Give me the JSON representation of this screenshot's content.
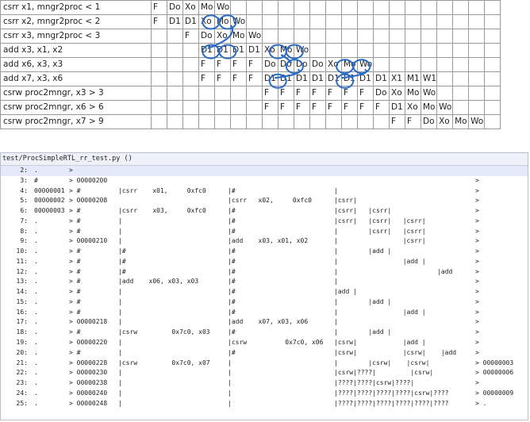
{
  "pipeline": {
    "rows": [
      {
        "instr": "csrr x1, mngr2proc < 1",
        "cells": [
          "F",
          "Do",
          "Xo",
          "Mo",
          "Wo",
          "",
          "",
          "",
          "",
          "",
          "",
          "",
          "",
          "",
          "",
          "",
          "",
          "",
          "",
          "",
          "",
          ""
        ]
      },
      {
        "instr": "csrr x2, mngr2proc < 2",
        "cells": [
          "F",
          "D1",
          "D1",
          "Xo",
          "Mo",
          "Wo",
          "",
          "",
          "",
          "",
          "",
          "",
          "",
          "",
          "",
          "",
          "",
          "",
          "",
          "",
          "",
          ""
        ]
      },
      {
        "instr": "csrr x3, mngr2proc < 3",
        "cells": [
          "",
          "",
          "F",
          "Do",
          "Xo",
          "Mo",
          "Wo",
          "",
          "",
          "",
          "",
          "",
          "",
          "",
          "",
          "",
          "",
          "",
          "",
          "",
          "",
          ""
        ]
      },
      {
        "instr": "add x3, x1, x2",
        "cells": [
          "",
          "",
          "",
          "D1",
          "D1",
          "D1",
          "D1",
          "Xo",
          "Mo",
          "Wo",
          "",
          "",
          "",
          "",
          "",
          "",
          "",
          "",
          "",
          "",
          "",
          ""
        ]
      },
      {
        "instr": "add x6, x3, x3",
        "cells": [
          "",
          "",
          "",
          "F",
          "F",
          "F",
          "F",
          "Do",
          "Do",
          "Do",
          "Do",
          "Xo",
          "Mo",
          "Wo",
          "",
          "",
          "",
          "",
          "",
          "",
          "",
          ""
        ]
      },
      {
        "instr": "add x7, x3, x6",
        "cells": [
          "",
          "",
          "",
          "F",
          "F",
          "F",
          "F",
          "D1",
          "D1",
          "D1",
          "D1",
          "D1",
          "D1",
          "D1",
          "D1",
          "X1",
          "M1",
          "W1",
          "",
          "",
          "",
          ""
        ]
      },
      {
        "instr": "csrw proc2mngr, x3 > 3",
        "cells": [
          "",
          "",
          "",
          "",
          "",
          "",
          "",
          "F",
          "F",
          "F",
          "F",
          "F",
          "F",
          "F",
          "Do",
          "Xo",
          "Mo",
          "Wo",
          "",
          "",
          "",
          ""
        ]
      },
      {
        "instr": "csrw proc2mngr, x6 > 6",
        "cells": [
          "",
          "",
          "",
          "",
          "",
          "",
          "",
          "F",
          "F",
          "F",
          "F",
          "F",
          "F",
          "F",
          "F",
          "D1",
          "Xo",
          "Mo",
          "Wo",
          "",
          "",
          ""
        ]
      },
      {
        "instr": "csrw proc2mngr, x7 > 9",
        "cells": [
          "",
          "",
          "",
          "",
          "",
          "",
          "",
          "",
          "",
          "",
          "",
          "",
          "",
          "",
          "",
          "F",
          "F",
          "Do",
          "Xo",
          "Mo",
          "Wo",
          ""
        ]
      }
    ]
  },
  "trace": {
    "title": "test/ProcSimpleRTL_rr_test.py ()",
    "rows": [
      {
        "idx": "2:",
        "a": ".",
        "pc": ">",
        "dx": "",
        "x": "",
        "m": "",
        "out": ""
      },
      {
        "idx": "3:",
        "a": "#",
        "pc": "> 00000200",
        "dx": "",
        "x": "",
        "m": "",
        "out": ">"
      },
      {
        "idx": "4:",
        "a": "00000001",
        "pc": "> #",
        "dx": "|csrr    x01,     0xfc0",
        "x": "|#",
        "m": "|",
        "out": ">"
      },
      {
        "idx": "5:",
        "a": "00000002",
        "pc": "> 00000208",
        "dx": "",
        "x": "|csrr   x02,     0xfc0",
        "m": "|csrr|",
        "out": ">"
      },
      {
        "idx": "6:",
        "a": "00000003",
        "pc": "> #",
        "dx": "|csrr    x03,     0xfc0",
        "x": "|#",
        "m": "|csrr|   |csrr|",
        "out": ">"
      },
      {
        "idx": "7:",
        "a": ".",
        "pc": "> #",
        "dx": "|",
        "x": "|#",
        "m": "|csrr|   |csrr|   |csrr|",
        "out": ">"
      },
      {
        "idx": "8:",
        "a": ".",
        "pc": "> #",
        "dx": "|",
        "x": "|#",
        "m": "|        |csrr|   |csrr|",
        "out": ">"
      },
      {
        "idx": "9:",
        "a": ".",
        "pc": "> 00000210",
        "dx": "|",
        "x": "|add    x03, x01, x02",
        "m": "|                 |csrr|",
        "out": ">"
      },
      {
        "idx": "10:",
        "a": ".",
        "pc": "> #",
        "dx": "|#",
        "x": "|#",
        "m": "|        |add |",
        "out": ">"
      },
      {
        "idx": "11:",
        "a": ".",
        "pc": "> #",
        "dx": "|#",
        "x": "|#",
        "m": "|                 |add |",
        "out": ">"
      },
      {
        "idx": "12:",
        "a": ".",
        "pc": "> #",
        "dx": "|#",
        "x": "|#",
        "m": "|                          |add",
        "out": ">"
      },
      {
        "idx": "13:",
        "a": ".",
        "pc": "> #",
        "dx": "|add    x06, x03, x03",
        "x": "|#",
        "m": "|",
        "out": ">"
      },
      {
        "idx": "14:",
        "a": ".",
        "pc": "> #",
        "dx": "|",
        "x": "|#",
        "m": "|add |",
        "out": ">"
      },
      {
        "idx": "15:",
        "a": ".",
        "pc": "> #",
        "dx": "|",
        "x": "|#",
        "m": "|        |add |",
        "out": ">"
      },
      {
        "idx": "16:",
        "a": ".",
        "pc": "> #",
        "dx": "|",
        "x": "|#",
        "m": "|                 |add |",
        "out": ">"
      },
      {
        "idx": "17:",
        "a": ".",
        "pc": "> 00000218",
        "dx": "|",
        "x": "|add    x07, x03, x06",
        "m": "|",
        "out": ">"
      },
      {
        "idx": "18:",
        "a": ".",
        "pc": "> #",
        "dx": "|csrw         0x7c0, x03",
        "x": "|#",
        "m": "|        |add |",
        "out": ">"
      },
      {
        "idx": "19:",
        "a": ".",
        "pc": "> 00000220",
        "dx": "|",
        "x": "|csrw          0x7c0, x06",
        "m": "|csrw|            |add |",
        "out": ">"
      },
      {
        "idx": "20:",
        "a": ".",
        "pc": "> #",
        "dx": "|",
        "x": "|#",
        "m": "|csrw|            |csrw|    |add",
        "out": ">"
      },
      {
        "idx": "21:",
        "a": ".",
        "pc": "> 00000228",
        "dx": "|csrw         0x7c0, x07",
        "x": "|",
        "m": "|        |csrw|    |csrw|",
        "out": "> 00000003"
      },
      {
        "idx": "22:",
        "a": ".",
        "pc": "> 00000230",
        "dx": "|",
        "x": "|",
        "m": "|csrw|????|         |csrw|",
        "out": "> 00000006"
      },
      {
        "idx": "23:",
        "a": ".",
        "pc": "> 00000238",
        "dx": "|",
        "x": "|",
        "m": "|????|????|csrw|????|",
        "out": ">"
      },
      {
        "idx": "24:",
        "a": ".",
        "pc": "> 00000240",
        "dx": "|",
        "x": "|",
        "m": "|????|????|????|????|csrw|????",
        "out": "> 00000009"
      },
      {
        "idx": "25:",
        "a": ".",
        "pc": "> 00000248",
        "dx": "|",
        "x": "|",
        "m": "|????|????|????|????|????|????",
        "out": "> ."
      }
    ]
  },
  "colors": {
    "circle": "#2b6cc4",
    "arrow": "#2b6cc4",
    "selected_row": "#e6e8fb",
    "grid": "#9a9a9a"
  }
}
